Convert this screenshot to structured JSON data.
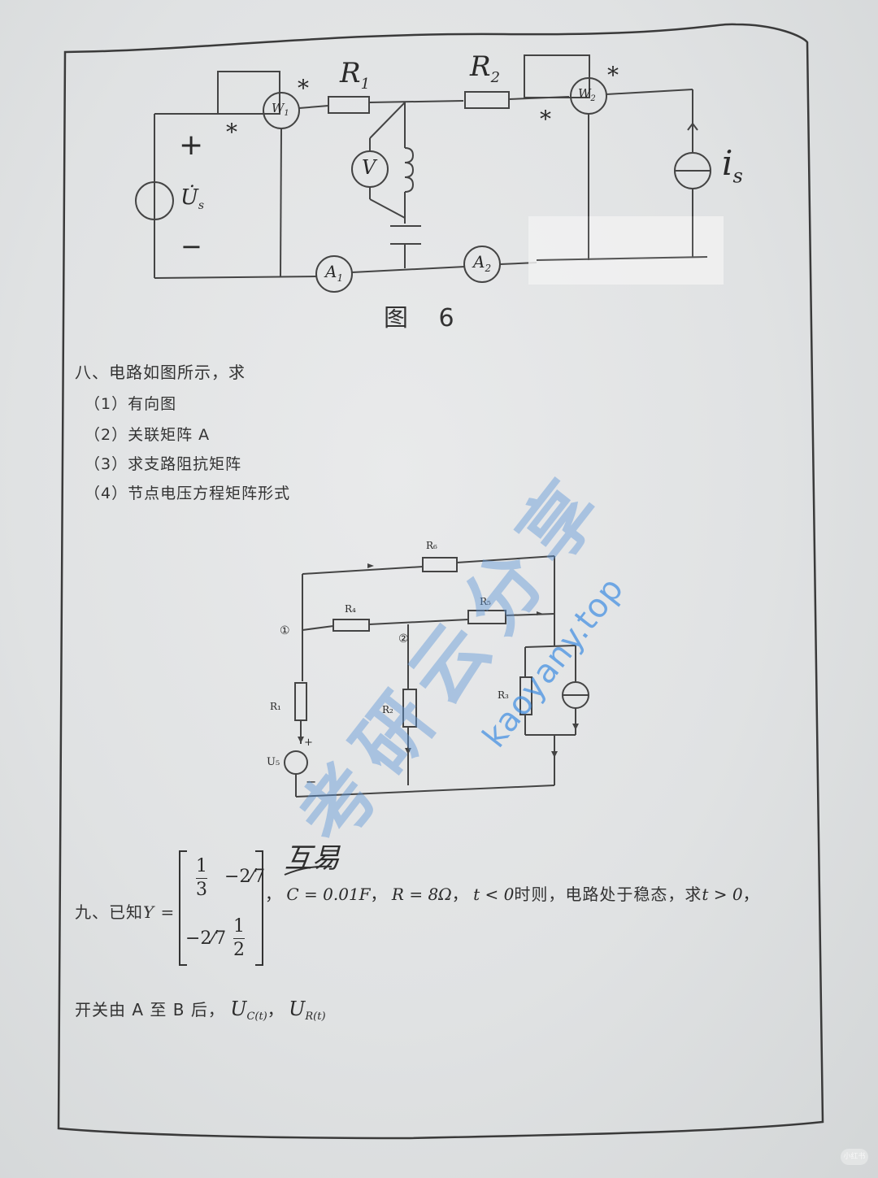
{
  "figure6": {
    "caption": "图 6",
    "labels": {
      "R1": "R",
      "R1_sub": "1",
      "R2": "R",
      "R2_sub": "2",
      "W1": "W",
      "W1_sub": "1",
      "W2": "W",
      "W2_sub": "2",
      "V": "V",
      "A1": "A",
      "A1_sub": "1",
      "A2": "A",
      "A2_sub": "2",
      "source_voltage": "U̇",
      "source_voltage_sub": "s",
      "plus": "+",
      "minus": "−",
      "star": "*",
      "current_source": "i",
      "current_source_sub": "s"
    }
  },
  "question8": {
    "title": "八、电路如图所示，求",
    "items": [
      "（1）有向图",
      "（2）关联矩阵 A",
      "（3）求支路阻抗矩阵",
      "（4）节点电压方程矩阵形式"
    ],
    "circuit_labels": {
      "R1": "R₁",
      "R2": "R₂",
      "R3": "R₃",
      "R4": "R₄",
      "R5": "R₅",
      "R6": "R₆",
      "node1": "①",
      "node2": "②",
      "source": "U₅",
      "plus": "+",
      "minus": "−"
    }
  },
  "question9": {
    "prefix": "九、已知",
    "Y_label": "Y =",
    "matrix": {
      "a11_num": "1",
      "a11_den": "3",
      "a12": "−2⁄7",
      "a21": "−2⁄7",
      "a22_num": "1",
      "a22_den": "2"
    },
    "handwritten_note": "互易",
    "line1_rest": "，C = 0.01F，R = 8Ω，t < 0 时则，电路处于稳态，求 t > 0，",
    "line1_parts": {
      "C": "C = 0.01F",
      "R": "R = 8Ω",
      "t_neg": "t < 0",
      "cn1": "时则，电路处于稳态，求",
      "t_pos": "t > 0",
      "sep": "，"
    },
    "line2_cn": "开关由 A 至 B 后，",
    "Uc": "U",
    "Uc_sub": "C(t)",
    "Ur": "U",
    "Ur_sub": "R(t)"
  },
  "watermark": {
    "text_cn": "考研云分享",
    "text_url": "kaoyany.top"
  },
  "corner_logo": "小红书"
}
